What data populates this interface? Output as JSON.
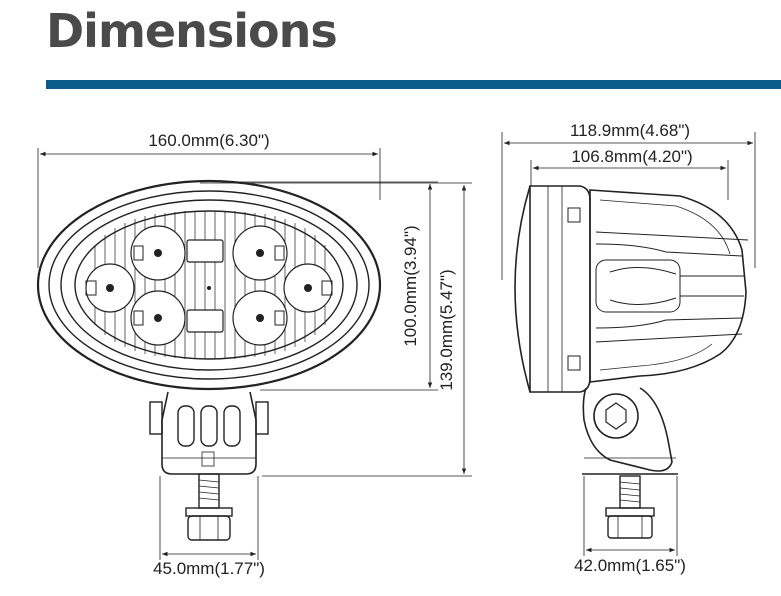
{
  "title": "Dimensions",
  "accent_color": "#0a5a8c",
  "front_view": {
    "width_label": "160.0mm(6.30\")",
    "lens_height_label": "100.0mm(3.94\")",
    "total_height_label": "139.0mm(5.47\")",
    "base_width_label": "45.0mm(1.77\")"
  },
  "side_view": {
    "depth_label": "118.9mm(4.68\")",
    "housing_depth_label": "106.8mm(4.20\")",
    "base_width_label": "42.0mm(1.65\")"
  }
}
